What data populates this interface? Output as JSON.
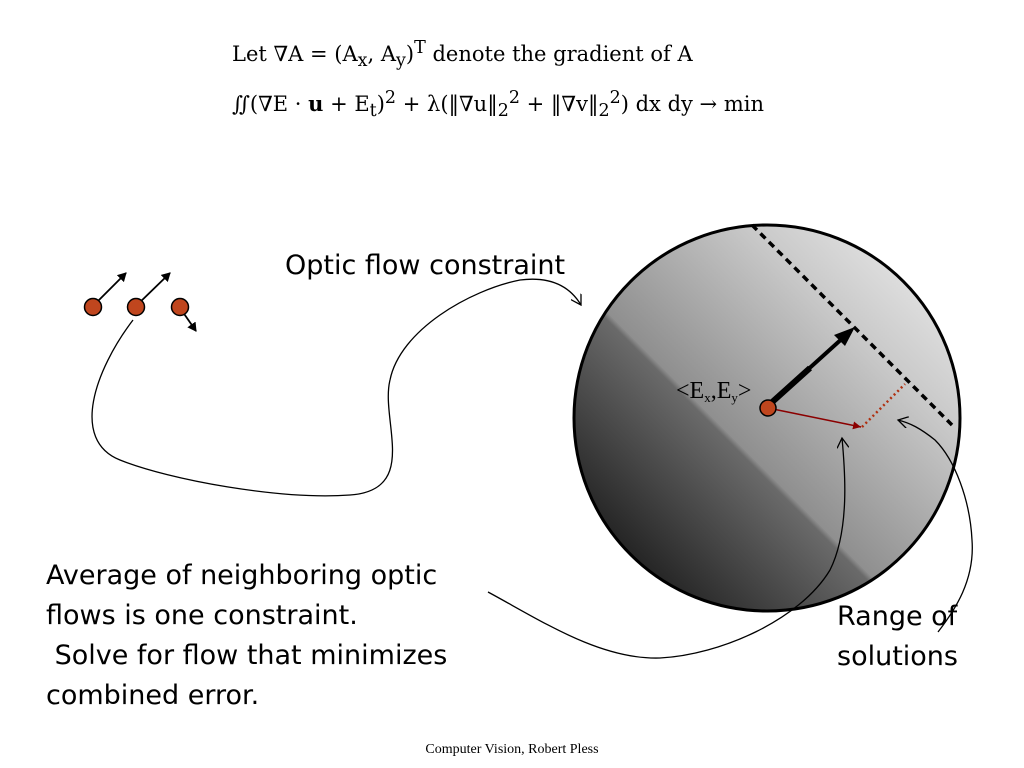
{
  "formula": {
    "line1": {
      "prefix": "Let ∇A = (A",
      "sub_x": "x",
      "mid": ", A",
      "sub_y": "y",
      "close": ")",
      "sup_T": "T",
      "suffix": " denote the gradient of A"
    },
    "line2": {
      "integral": "∬",
      "part1": "(∇E · ",
      "bold_u": "u",
      "part2": " + E",
      "sub_t": "t",
      "part3": ")",
      "sup_2a": "2",
      "part4": " + λ(‖∇u‖",
      "sub_2a": "2",
      "sup_2b": "2",
      "part5": " + ‖∇v‖",
      "sub_2b": "2",
      "sup_2c": "2",
      "part6": ") dx dy → min"
    }
  },
  "labels": {
    "optic_flow_constraint": "Optic flow constraint",
    "range_of_solutions_line1": "Range of",
    "range_of_solutions_line2": "solutions",
    "average_line1": "Average of neighboring optic",
    "average_line2": "flows is one constraint.",
    "average_line3": " Solve for flow that minimizes",
    "average_line4": "combined error.",
    "gradient_label": "<Ex,Ey>"
  },
  "footer": "Computer Vision, Robert Pless",
  "colors": {
    "dot_fill": "#c0461e",
    "flow_arrow": "#8b0000",
    "dotted_segment": "#b03010",
    "constraint_line": "#000000"
  }
}
